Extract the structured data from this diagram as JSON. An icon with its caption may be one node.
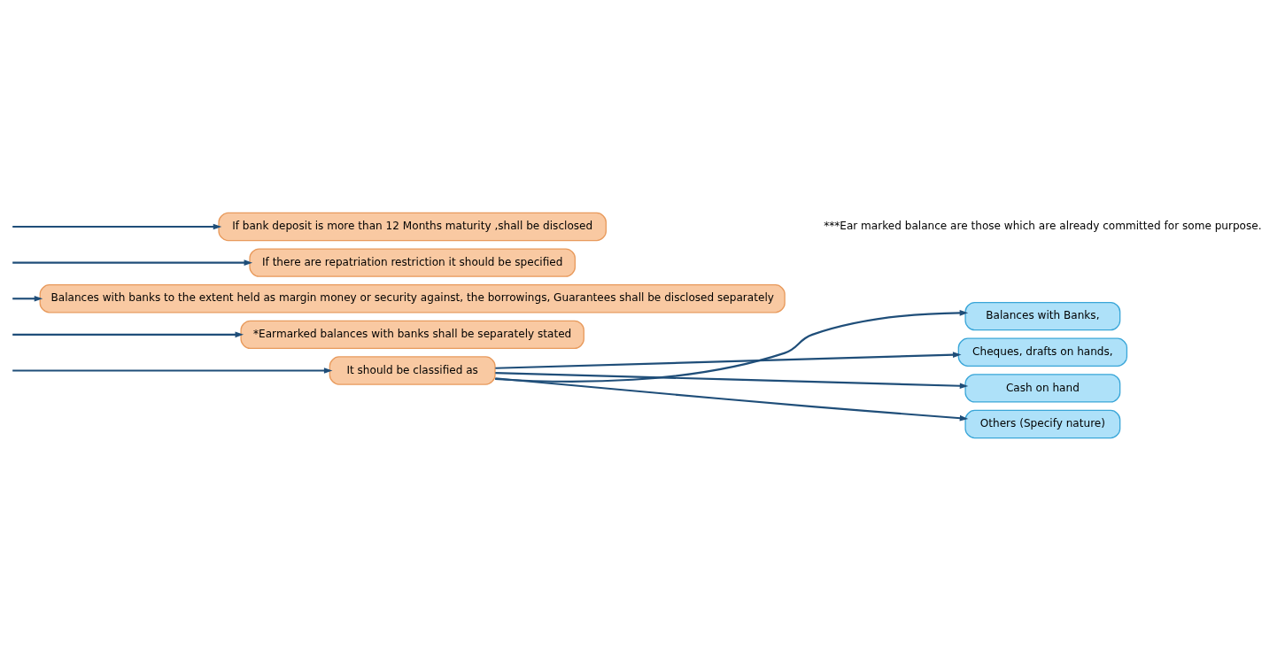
{
  "diagram": {
    "nodes": [
      {
        "text": [
          "It should be classified as"
        ]
      },
      {
        "text": [
          "Balances with Banks,"
        ]
      },
      {
        "text": [
          "Cheques, drafts on hands,"
        ]
      },
      {
        "text": [
          "Cash on hand"
        ]
      },
      {
        "text": [
          "Others (Specify nature)"
        ]
      },
      {
        "text": [
          "*Earmarked balances with banks shall be separately stated"
        ]
      },
      {
        "text": [
          "Balances with banks to the extent held as margin money or security against, the borrowings, Guarantees shall be disclosed separately"
        ]
      },
      {
        "text": [
          "If there are repatriation restriction it should be specified"
        ]
      },
      {
        "text": [
          "If bank deposit is more than 12 Months maturity ,shall be disclosed"
        ]
      }
    ],
    "edges": [
      {
        "from": null,
        "to": 0,
        "arrow": "to"
      },
      {
        "from": 0,
        "to": 1,
        "arrow": "to"
      },
      {
        "from": 0,
        "to": 2,
        "arrow": "to"
      },
      {
        "from": 0,
        "to": 3,
        "arrow": "to"
      },
      {
        "from": 0,
        "to": 4,
        "arrow": "to"
      },
      {
        "from": null,
        "to": 5,
        "arrow": "to"
      },
      {
        "from": null,
        "to": 6,
        "arrow": "to"
      },
      {
        "from": null,
        "to": 7,
        "arrow": "to"
      },
      {
        "from": null,
        "to": 8,
        "arrow": "to"
      }
    ],
    "labels": [
      "***Ear marked balance are those which are already committed for some purpose."
    ]
  }
}
